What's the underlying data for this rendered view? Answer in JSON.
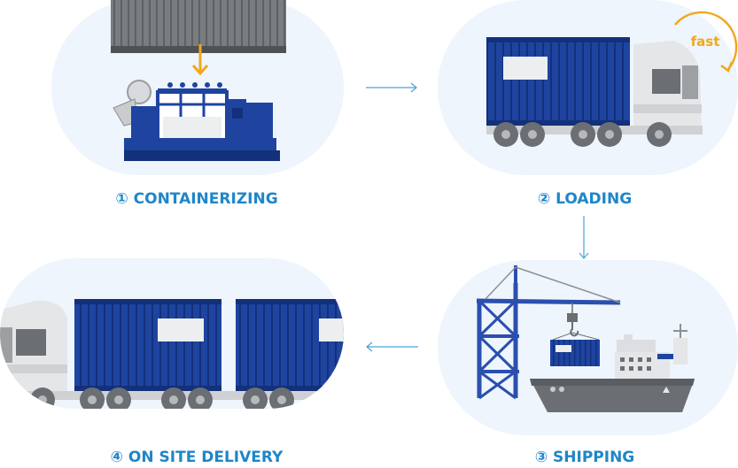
{
  "steps": [
    {
      "label": "① CONTAINERIZING"
    },
    {
      "label": "② LOADING"
    },
    {
      "label": "③ SHIPPING"
    },
    {
      "label": "④ ON SITE DELIVERY"
    }
  ],
  "badge": {
    "fast": "fast"
  },
  "colors": {
    "blob": "#eef5fc",
    "container_blue": "#1e44a0",
    "container_dark": "#13307a",
    "accent_orange": "#f0a81c",
    "label_blue": "#1f86c8",
    "arrow_blue": "#4aa3d8",
    "truck_white": "#e4e6e8",
    "gray": "#6b6f73",
    "crane_blue": "#2a4fae"
  },
  "icons": [
    "generator-icon",
    "truck-icon",
    "ship-icon",
    "crane-icon",
    "arrow-right-icon",
    "arrow-down-icon",
    "arrow-left-icon",
    "fast-rotate-icon"
  ]
}
